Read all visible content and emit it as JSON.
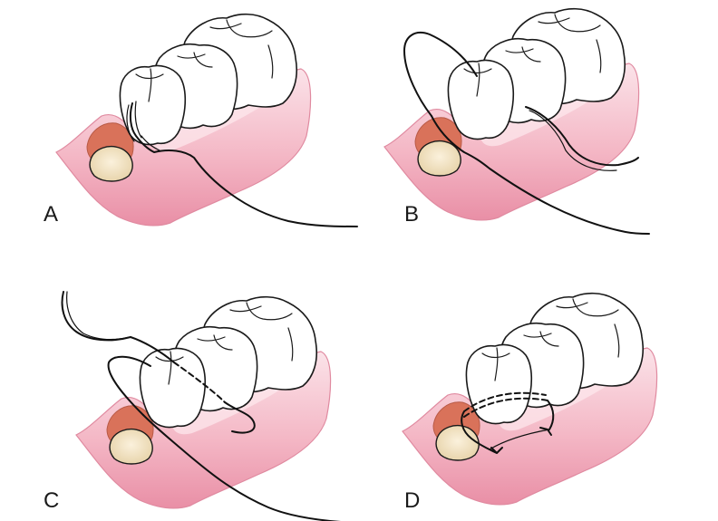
{
  "figure": {
    "panels": [
      {
        "id": "A",
        "label": "A"
      },
      {
        "id": "B",
        "label": "B"
      },
      {
        "id": "C",
        "label": "C"
      },
      {
        "id": "D",
        "label": "D"
      }
    ]
  },
  "colors": {
    "gum": "#f4b8c6",
    "gum_light": "#fbe3e9",
    "gum_dark": "#e58ea4",
    "socket_red": "#d9725a",
    "bone": "#f2e2bf",
    "tooth": "#ffffff",
    "suture": "#111111"
  }
}
